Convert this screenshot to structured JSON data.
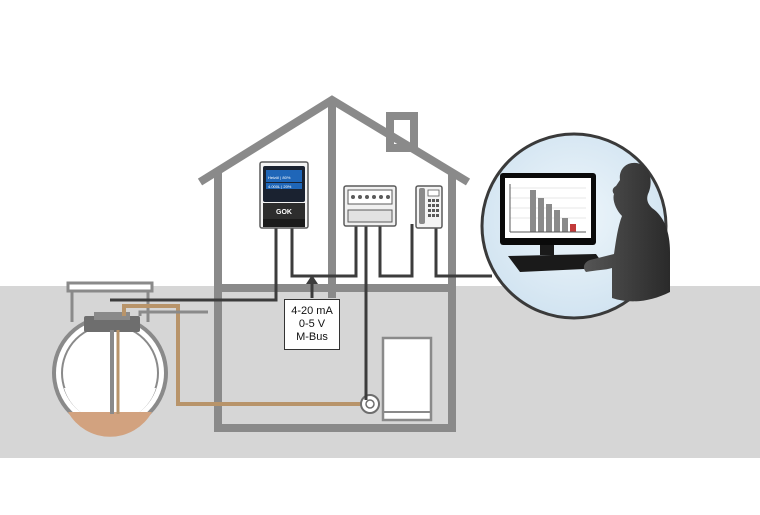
{
  "signal_box": {
    "line1": "4-20 mA",
    "line2": "0-5 V",
    "line3": "M-Bus"
  },
  "controller": {
    "brand": "GOK",
    "display_row1": "Heizöl | 80%",
    "display_row2": "4.000L | 20%"
  },
  "icons": {
    "house": "house-icon",
    "tank": "underground-tank-icon",
    "controller": "level-meter-icon",
    "gateway": "data-logger-icon",
    "phone": "telephone-icon",
    "burner": "burner-unit-icon",
    "pump": "pump-icon",
    "monitor": "monitor-icon",
    "user": "user-silhouette-icon"
  },
  "colors": {
    "house_outline": "#8a8a8a",
    "ground": "#d6d6d6",
    "cable": "#3c3c3c",
    "oil_pipe": "#b8946a",
    "oil": "#d2a27f",
    "circle_fill": "#dcebf6",
    "screen": "#0a0a0a",
    "accent_red": "#c23a3a"
  }
}
